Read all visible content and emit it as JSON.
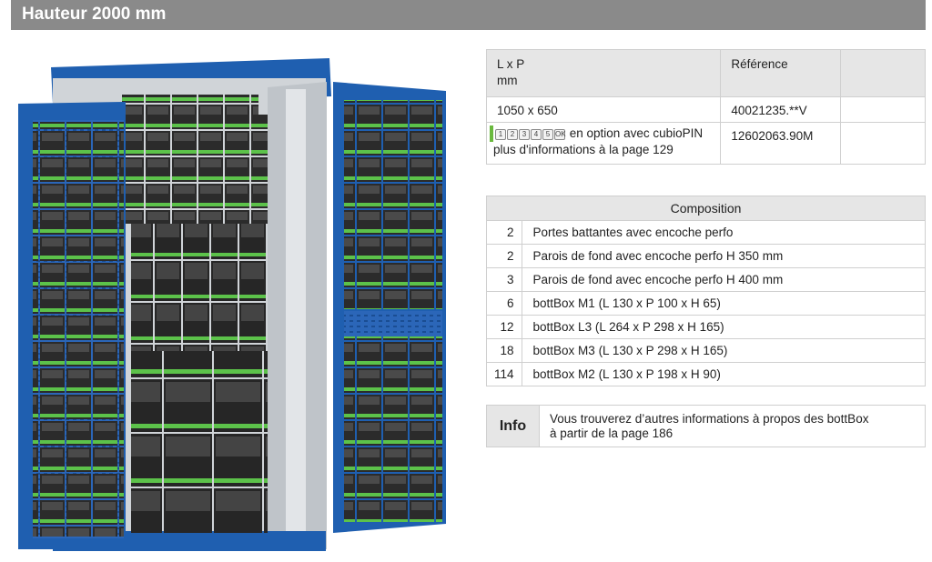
{
  "title": "Hauteur 2000 mm",
  "reference_table": {
    "header": {
      "dim_line1": "L x P",
      "dim_line2": "mm",
      "reference": "Référence",
      "extra": ""
    },
    "rows": [
      {
        "dim": "1050 x 650",
        "reference": "40021235.**V"
      }
    ],
    "pin_row": {
      "keys": [
        "1",
        "2",
        "3",
        "4",
        "5",
        "OK"
      ],
      "text_line1": "en option avec cubioPIN",
      "text_line2": "plus d'informations à la page 129",
      "reference": "12602063.90M"
    }
  },
  "composition": {
    "header": "Composition",
    "items": [
      {
        "qty": "2",
        "desc": "Portes battantes avec encoche perfo"
      },
      {
        "qty": "2",
        "desc": "Parois de fond avec encoche perfo H 350 mm"
      },
      {
        "qty": "3",
        "desc": "Parois de fond avec encoche perfo H 400 mm"
      },
      {
        "qty": "6",
        "desc": "bottBox M1 (L 130 x P 100 x H 65)"
      },
      {
        "qty": "12",
        "desc": "bottBox L3 (L 264 x P 298 x H 165)"
      },
      {
        "qty": "18",
        "desc": "bottBox M3 (L 130 x P 298 x H 165)"
      },
      {
        "qty": "114",
        "desc": "bottBox M2 (L 130 x P 198 x H 90)"
      }
    ]
  },
  "info": {
    "label": "Info",
    "line1": "Vous trouverez d’autres informations à propos des bottBox",
    "line2": "à partir de la page 186"
  },
  "colors": {
    "cabinet_blue": "#1f5fb0",
    "bin_dark": "#2b2b2b",
    "bin_green": "#5cc24a",
    "header_gray": "#8a8a8a",
    "cell_gray": "#e6e6e6"
  }
}
